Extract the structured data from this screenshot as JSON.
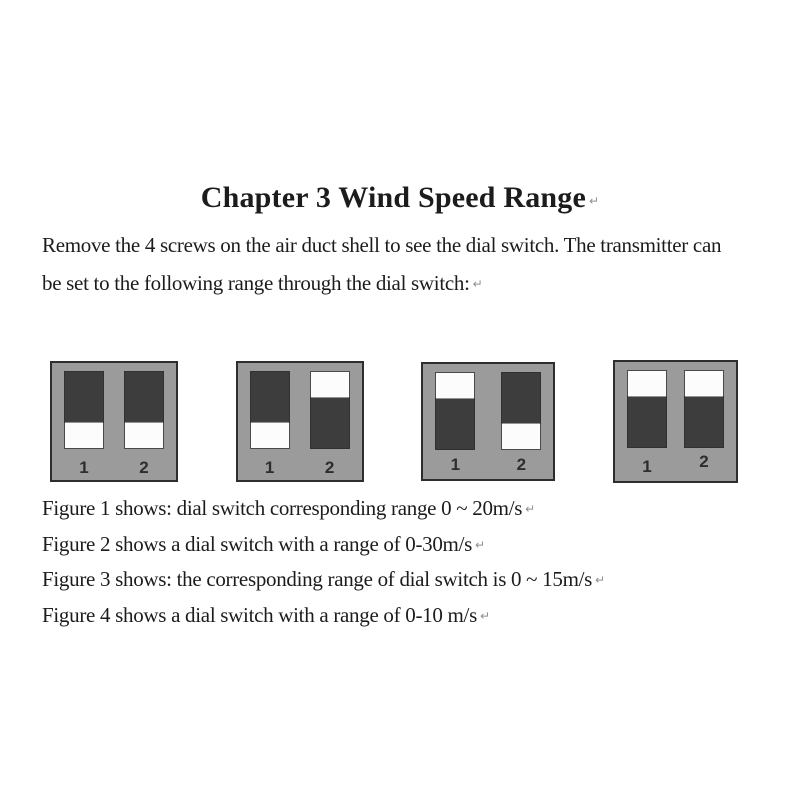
{
  "colors": {
    "page_bg": "#ffffff",
    "text": "#1c1c1c",
    "return_mark": "#8f8f8f",
    "box_fill": "#9b9b9b",
    "box_border": "#2e2e2e",
    "slot_dark": "#3d3d3d",
    "slot_light": "#fcfcfc",
    "slot_border": "#4a4a4a",
    "switch_label": "#2d2d2d"
  },
  "page": {
    "title": "Chapter 3 Wind Speed Range",
    "return_mark": "↵",
    "paragraph_lines": [
      "Remove the 4 screws on the air duct shell to see the dial switch. The transmitter can",
      "be set to the following range through the dial switch:"
    ]
  },
  "figures": [
    {
      "switches": [
        {
          "label": "1",
          "position": "up"
        },
        {
          "label": "2",
          "position": "up"
        }
      ]
    },
    {
      "switches": [
        {
          "label": "1",
          "position": "up"
        },
        {
          "label": "2",
          "position": "down"
        }
      ]
    },
    {
      "switches": [
        {
          "label": "1",
          "position": "down"
        },
        {
          "label": "2",
          "position": "up"
        }
      ]
    },
    {
      "switches": [
        {
          "label": "1",
          "position": "down"
        },
        {
          "label": "2",
          "position": "down"
        }
      ]
    }
  ],
  "captions": [
    {
      "text": "Figure 1 shows: dial switch corresponding range 0 ~ 20m/s"
    },
    {
      "text": "Figure 2 shows a dial switch with a range of 0-30m/s"
    },
    {
      "text": "Figure 3 shows: the corresponding range of dial switch is 0 ~ 15m/s"
    },
    {
      "text": "Figure 4 shows a dial switch with a range of 0-10 m/s"
    }
  ]
}
